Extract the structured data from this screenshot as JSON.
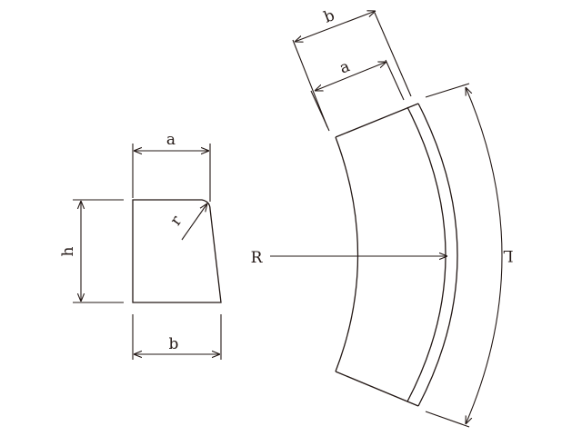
{
  "labels": {
    "cross_section_width_top": "a",
    "cross_section_height": "h",
    "corner_radius": "r",
    "cross_section_width_bottom": "b",
    "arc_width_outer": "b",
    "arc_width_inner": "a",
    "radius": "R",
    "arc_length": "L"
  },
  "colors": {
    "line": "#231815",
    "background": "#ffffff"
  }
}
